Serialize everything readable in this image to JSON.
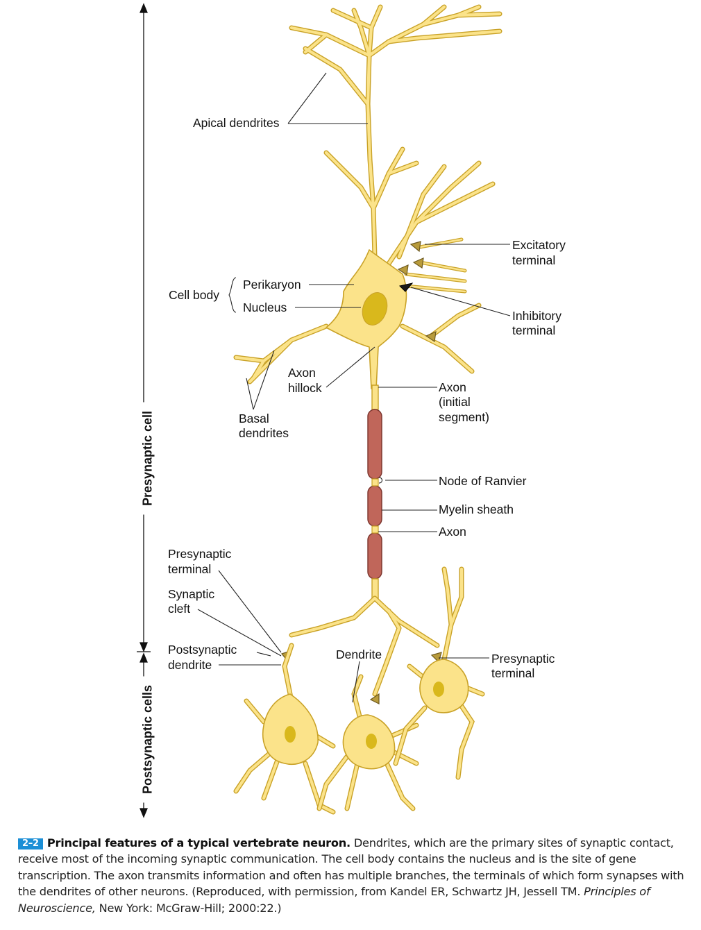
{
  "figure": {
    "axis_labels": {
      "presynaptic": "Presynaptic cell",
      "postsynaptic": "Postsynaptic cells"
    },
    "labels": {
      "apical_dendrites": "Apical dendrites",
      "perikaryon": "Perikaryon",
      "cell_body": "Cell body",
      "nucleus": "Nucleus",
      "excitatory_1": "Excitatory",
      "excitatory_2": "terminal",
      "inhibitory_1": "Inhibitory",
      "inhibitory_2": "terminal",
      "axon_hillock_1": "Axon",
      "axon_hillock_2": "hillock",
      "basal_1": "Basal",
      "basal_2": "dendrites",
      "axon_initial_1": "Axon",
      "axon_initial_2": "(initial",
      "axon_initial_3": "segment)",
      "node_of_ranvier": "Node of Ranvier",
      "myelin_sheath": "Myelin sheath",
      "axon": "Axon",
      "presyn_terminal_left_1": "Presynaptic",
      "presyn_terminal_left_2": "terminal",
      "synaptic_cleft_1": "Synaptic",
      "synaptic_cleft_2": "cleft",
      "postsyn_dendrite_1": "Postsynaptic",
      "postsyn_dendrite_2": "dendrite",
      "dendrite": "Dendrite",
      "presyn_terminal_right_1": "Presynaptic",
      "presyn_terminal_right_2": "terminal"
    },
    "colors": {
      "cell_fill": "#fbe38a",
      "cell_outline": "#c9a227",
      "nucleus": "#d9b81c",
      "myelin": "#c0665a",
      "terminal": "#b89b3c",
      "inhibitory_terminal": "#1a1a1a",
      "leader_line": "#222222"
    }
  },
  "caption": {
    "badge": "2–2",
    "title": "Principal features of a typical vertebrate neuron.",
    "body_1": " Dendrites, which are the primary sites of synaptic contact, receive most of the incoming synaptic communication. The cell body contains the nucleus and is the site of gene transcription. The axon transmits information and often has multiple branches, the terminals of which form synapses with the dendrites of other neurons. (Reproduced, with permission, from Kandel ER, Schwartz JH, Jessell TM. ",
    "book": "Principles of Neuroscience,",
    "body_2": " New York: McGraw-Hill; 2000:22.)"
  }
}
